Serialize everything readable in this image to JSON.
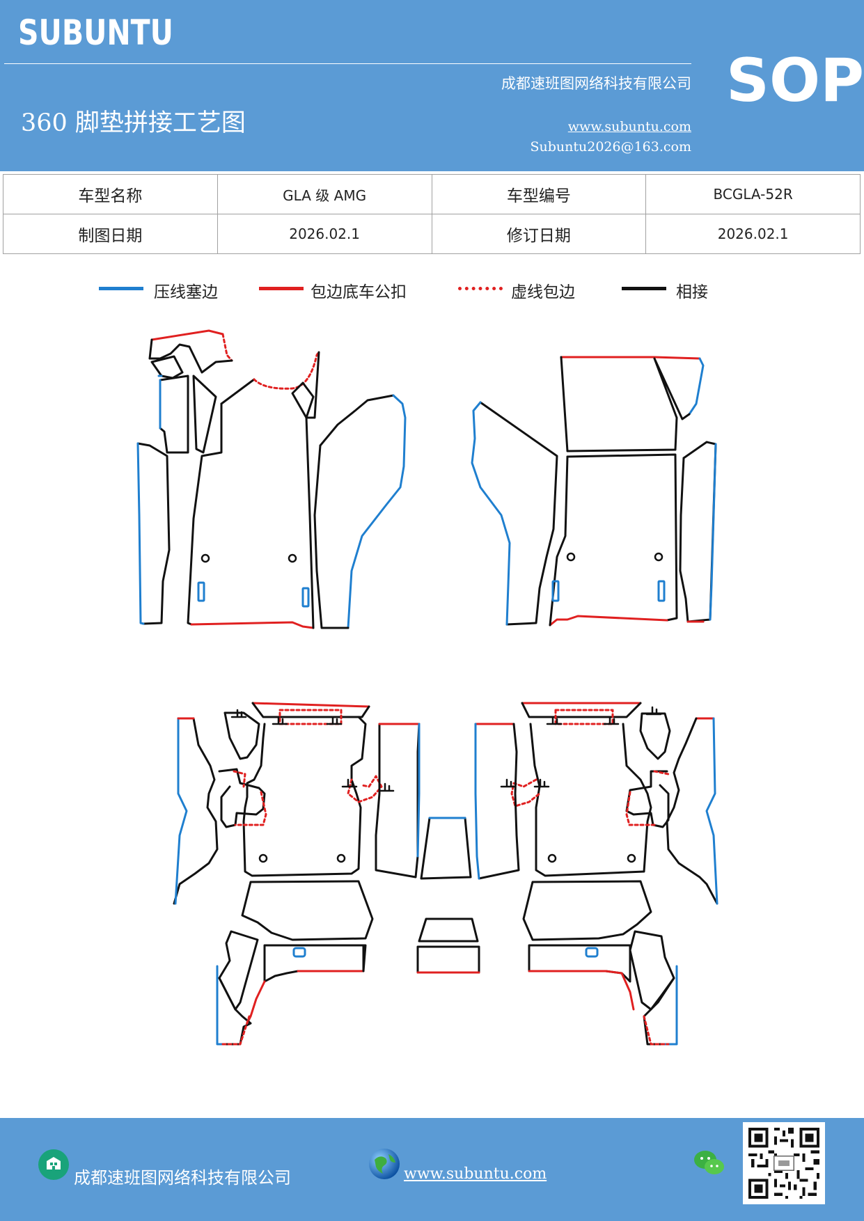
{
  "header": {
    "brand": "SUBUNTU",
    "company": "成都速班图网络科技有限公司",
    "title": "360 脚垫拼接工艺图",
    "website": "www.subuntu.com",
    "email": "Subuntu2026@163.com",
    "badge": "SOP"
  },
  "info": {
    "model_name_label": "车型名称",
    "model_name": "GLA 级 AMG",
    "model_code_label": "车型编号",
    "model_code": "BCGLA-52R",
    "draw_date_label": "制图日期",
    "draw_date": "2026.02.1",
    "revise_date_label": "修订日期",
    "revise_date": "2026.02.1"
  },
  "legend": [
    {
      "label": "压线塞边",
      "color": "#1f7fcf",
      "style": "solid"
    },
    {
      "label": "包边底车公扣",
      "color": "#e02020",
      "style": "solid"
    },
    {
      "label": "虚线包边",
      "color": "#e02020",
      "style": "dotted"
    },
    {
      "label": "相接",
      "color": "#111111",
      "style": "solid"
    }
  ],
  "colors": {
    "header_bg": "#5b9bd5",
    "press_line": "#1f7fcf",
    "binding": "#e02020",
    "joint": "#111111"
  },
  "icons": {
    "company": "building-icon",
    "website": "globe-icon",
    "wechat": "wechat-icon",
    "qr": "qr-code"
  },
  "footer": {
    "company": "成都速班图网络科技有限公司",
    "website": "www.subuntu.com"
  }
}
